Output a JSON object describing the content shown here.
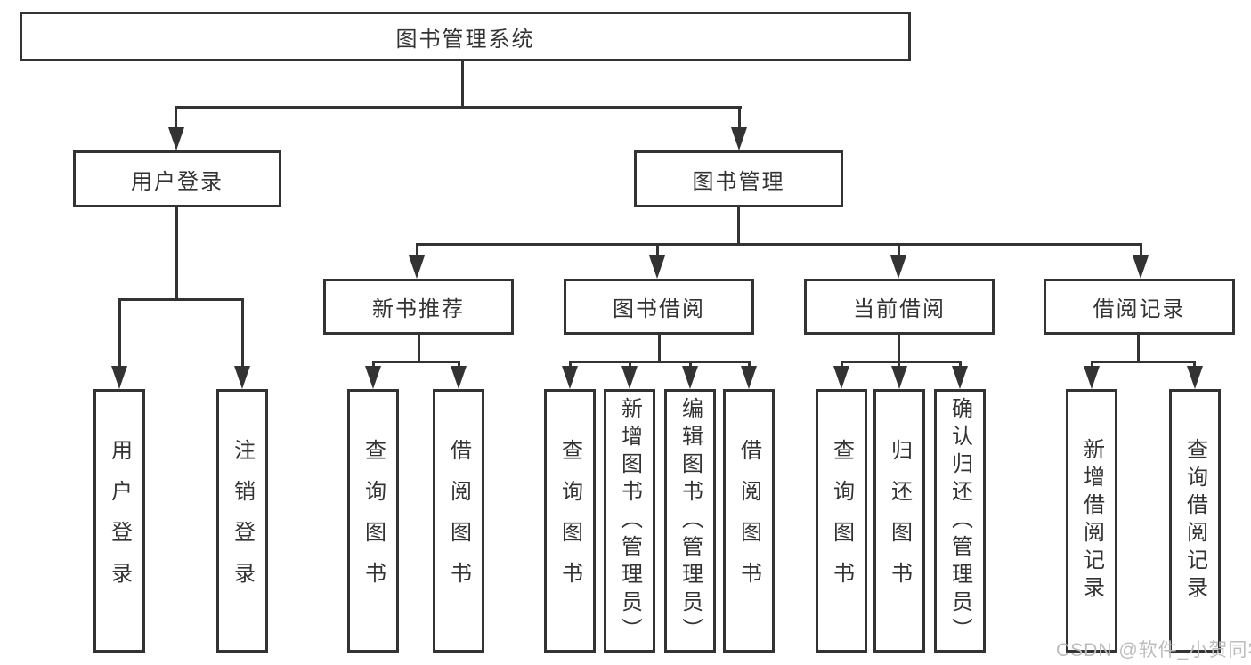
{
  "diagram_type": "functional-structure-hierarchy",
  "colors": {
    "line": "#333333",
    "box_border": "#333333",
    "box_fill": "#ffffff",
    "text": "#333333",
    "watermark": "#bcbcbc",
    "background": "#ffffff"
  },
  "nodes": {
    "root": {
      "label": "图书管理系统"
    },
    "user_login": {
      "label": "用户登录"
    },
    "book_mgmt": {
      "label": "图书管理"
    },
    "new_book": {
      "label": "新书推荐"
    },
    "book_borrow": {
      "label": "图书借阅"
    },
    "current_borrow": {
      "label": "当前借阅"
    },
    "borrow_record": {
      "label": "借阅记录"
    },
    "leaf_login": {
      "label": "用户登录"
    },
    "leaf_logout": {
      "label": "注销登录"
    },
    "leaf_nb_query": {
      "label": "查询图书"
    },
    "leaf_nb_borrow": {
      "label": "借阅图书"
    },
    "leaf_bb_query": {
      "label": "查询图书"
    },
    "leaf_bb_add": {
      "label": "新增图书（管理员）"
    },
    "leaf_bb_edit": {
      "label": "编辑图书（管理员）"
    },
    "leaf_bb_borrow": {
      "label": "借阅图书"
    },
    "leaf_cb_query": {
      "label": "查询图书"
    },
    "leaf_cb_return": {
      "label": "归还图书"
    },
    "leaf_cb_confirm": {
      "label": "确认归还（管理员）"
    },
    "leaf_br_add": {
      "label": "新增借阅记录"
    },
    "leaf_br_query": {
      "label": "查询借阅记录"
    }
  },
  "structure": {
    "root": [
      "user_login",
      "book_mgmt"
    ],
    "user_login": [
      "leaf_login",
      "leaf_logout"
    ],
    "book_mgmt": [
      "new_book",
      "book_borrow",
      "current_borrow",
      "borrow_record"
    ],
    "new_book": [
      "leaf_nb_query",
      "leaf_nb_borrow"
    ],
    "book_borrow": [
      "leaf_bb_query",
      "leaf_bb_add",
      "leaf_bb_edit",
      "leaf_bb_borrow"
    ],
    "current_borrow": [
      "leaf_cb_query",
      "leaf_cb_return",
      "leaf_cb_confirm"
    ],
    "borrow_record": [
      "leaf_br_add",
      "leaf_br_query"
    ]
  },
  "watermark": {
    "text": "CSDN @软件_小贺同学"
  }
}
